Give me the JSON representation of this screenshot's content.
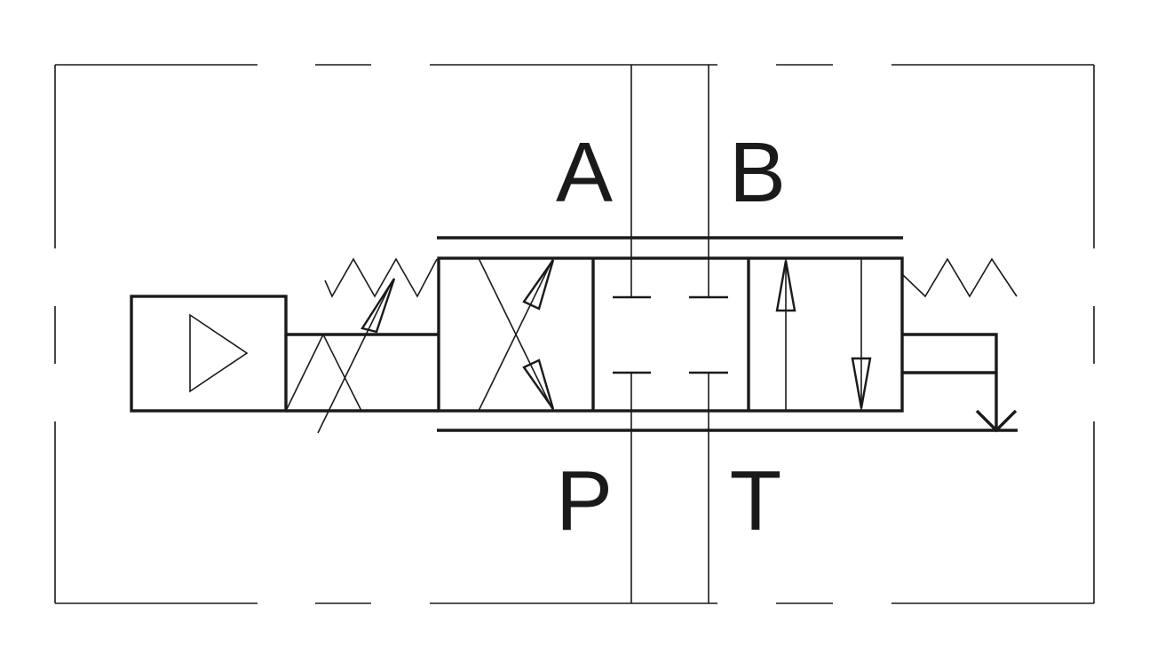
{
  "ports": {
    "a": "A",
    "b": "B",
    "p": "P",
    "t": "T"
  },
  "colors": {
    "line": "#1a1a1a",
    "background": "#ffffff"
  }
}
